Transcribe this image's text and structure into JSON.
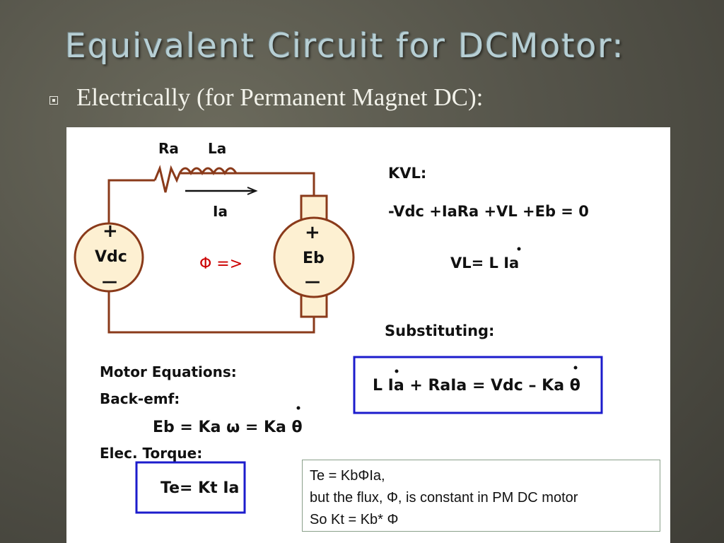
{
  "slide": {
    "title": "Equivalent Circuit for DCMotor:",
    "bullet": "Electrically (for Permanent Magnet DC):"
  },
  "circuit": {
    "ra_label": "Ra",
    "la_label": "La",
    "ia_label": "Ia",
    "source_label": "Vdc",
    "source_plus": "+",
    "source_minus": "—",
    "motor_label": "Eb",
    "motor_plus": "+",
    "motor_minus": "—",
    "flux_label": "Φ =>"
  },
  "kvl": {
    "heading": "KVL:",
    "equation": "-Vdc +IaRa +VL +Eb = 0",
    "vl_equation": "VL=  L Ia"
  },
  "substituting": {
    "heading": "Substituting:",
    "equation": "L Ia + RaIa = Vdc – Ka θ"
  },
  "motor_equations": {
    "heading": "Motor Equations:",
    "back_emf_label": "Back-emf:",
    "back_emf_equation": "Eb = Ka ω = Ka θ",
    "torque_label": "Elec. Torque:",
    "torque_equation": "Te= Kt Ia"
  },
  "note": {
    "line1": "Te = KbΦIa,",
    "line2": "but the flux, Φ, is constant in PM DC motor",
    "line3": "So Kt = Kb* Φ"
  },
  "colors": {
    "box_blue": "#1c1ccc",
    "flux_red": "#cc0000",
    "component_fill": "#fdf0d2",
    "title": "#b7cfd4"
  }
}
